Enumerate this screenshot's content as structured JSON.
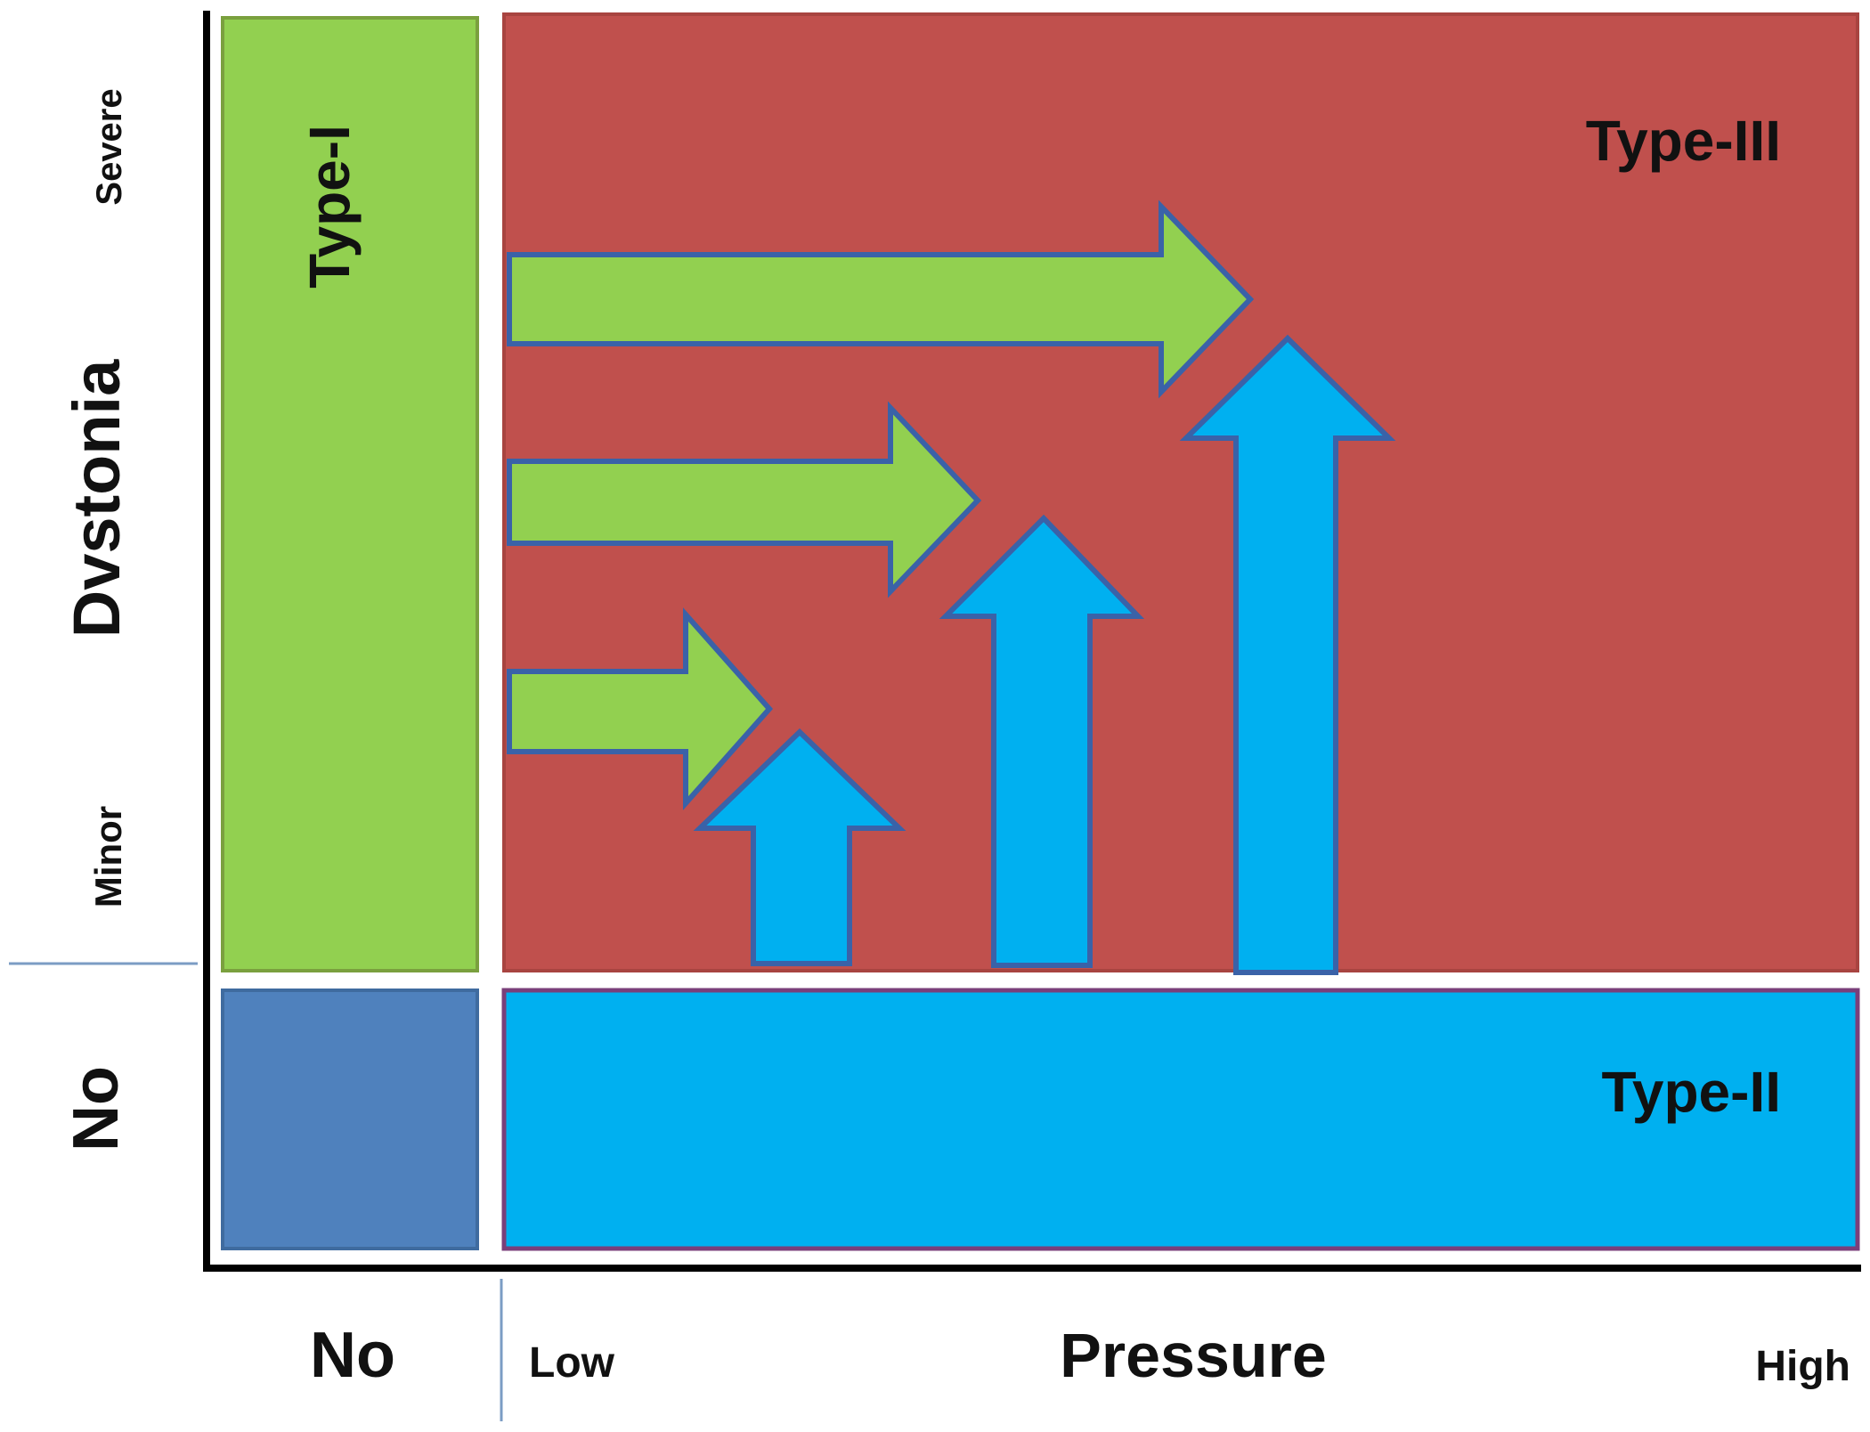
{
  "y_axis": {
    "top_label": "Severe",
    "title": "Dvstonia",
    "bottom_label": "Minor",
    "no_label": "No"
  },
  "x_axis": {
    "no_label": "No",
    "low_label": "Low",
    "title": "Pressure",
    "high_label": "High"
  },
  "regions": {
    "type1": {
      "label": "Type-I",
      "color": "#92d050"
    },
    "type2": {
      "label": "Type-II",
      "color": "#00b0f0"
    },
    "type3": {
      "label": "Type-III",
      "color": "#c0504d"
    },
    "corner": {
      "color": "#4f81bd"
    }
  },
  "arrows": {
    "horizontal_color": "#92d050",
    "vertical_color": "#00b0f0",
    "outline_color": "#3a62a8"
  }
}
